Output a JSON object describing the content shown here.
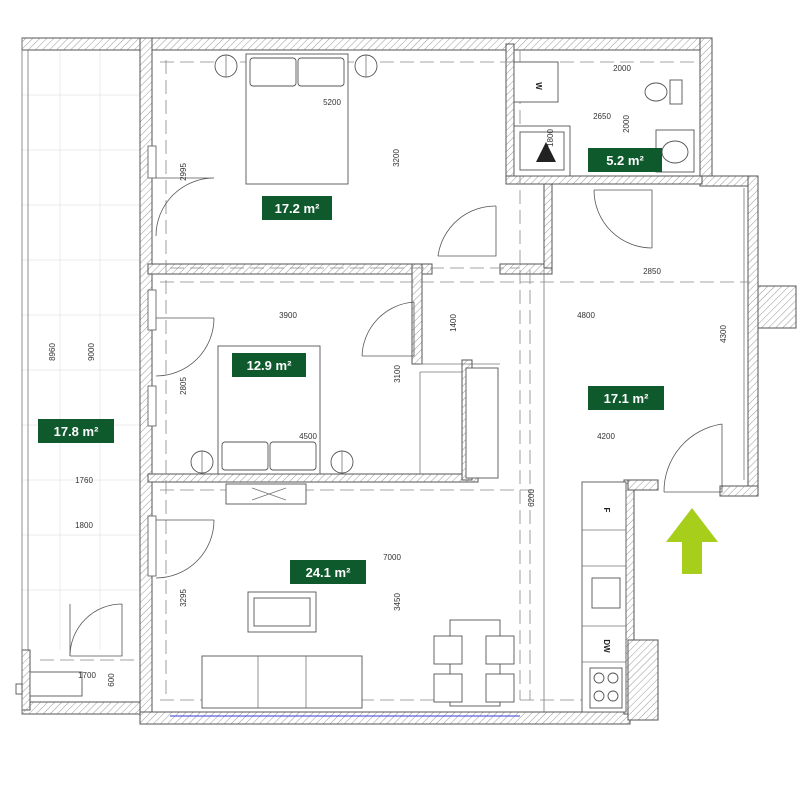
{
  "rooms": [
    {
      "id": "bedroom-1",
      "area": "17.2 m²"
    },
    {
      "id": "bathroom",
      "area": "5.2 m²"
    },
    {
      "id": "bedroom-2",
      "area": "12.9 m²"
    },
    {
      "id": "hall",
      "area": "17.1 m²"
    },
    {
      "id": "balcony",
      "area": "17.8 m²"
    },
    {
      "id": "living-kitchen",
      "area": "24.1 m²"
    }
  ],
  "dimensions": {
    "d5200": "5200",
    "d3200": "3200",
    "d2995": "2995",
    "d2000a": "2000",
    "d2000b": "2000",
    "d2650": "2650",
    "d1800a": "1800",
    "d2850": "2850",
    "d3900": "3900",
    "d1400": "1400",
    "d4800": "4800",
    "d4300": "4300",
    "d3100": "3100",
    "d2805": "2805",
    "d4500": "4500",
    "d4200": "4200",
    "d8960": "8960",
    "d9000": "9000",
    "d1760": "1760",
    "d1800b": "1800",
    "d6200": "6200",
    "d7000": "7000",
    "d3295": "3295",
    "d3450": "3450",
    "d1700": "1700",
    "d600": "600"
  },
  "appliances": {
    "washer": "W",
    "fridge": "F",
    "dishwasher": "DW"
  },
  "colors": {
    "label_bg": "#0f5a2c",
    "entrance_arrow": "#a6ce1b",
    "wall": "#555555"
  },
  "icons": {
    "entrance": "entrance-arrow-icon"
  }
}
